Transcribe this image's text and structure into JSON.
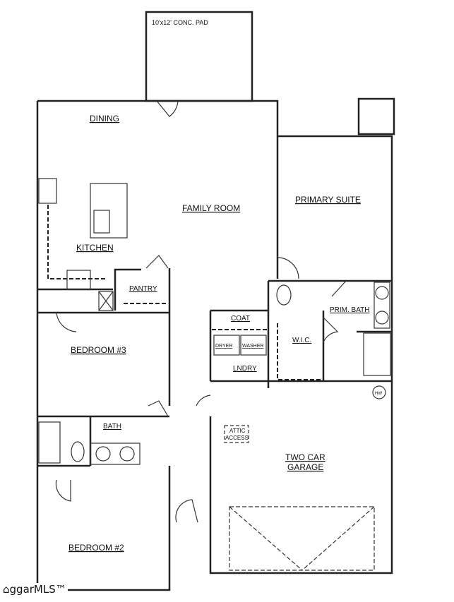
{
  "plan": {
    "pad": "10'x12' CONC. PAD",
    "rooms": {
      "dining": "DINING",
      "family_room": "FAMILY ROOM",
      "primary_suite": "PRIMARY SUITE",
      "kitchen": "KITCHEN",
      "pantry": "PANTRY",
      "coat": "COAT",
      "prim_bath": "PRIM. BATH",
      "bedroom3": "BEDROOM #3",
      "dryer": "DRYER",
      "washer": "WASHER",
      "lndry": "LNDRY",
      "wic": "W.I.C.",
      "hw": "HW",
      "bath": "BATH",
      "attic1": "ATTIC",
      "attic2": "ACCESS",
      "garage1": "TWO CAR",
      "garage2": "GARAGE",
      "bedroom2": "BEDROOM #2"
    }
  },
  "watermark": "ggarMLS™"
}
